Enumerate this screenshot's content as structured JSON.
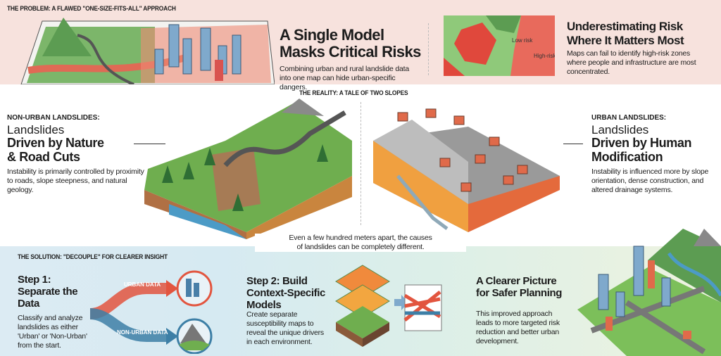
{
  "problem": {
    "section_label": "THE PROBLEM: A FLAWED \"ONE-SIZE-FITS-ALL\" APPROACH",
    "title_line1": "A Single Model",
    "title_line2": "Masks Critical Risks",
    "description": "Combining urban and rural landslide data into one map can hide urban-specific dangers.",
    "risk_title_line1": "Underestimating Risk",
    "risk_title_line2": "Where It Matters Most",
    "risk_description": "Maps can fail to identify high-risk zones where people and infrastructure are most concentrated.",
    "map_low_label": "Low risk",
    "map_high_label": "High-risk"
  },
  "reality": {
    "section_label": "THE REALITY: A TALE OF TWO SLOPES",
    "non_urban": {
      "label": "NON-URBAN LANDSLIDES:",
      "title_thin": "Landslides",
      "title_bold1": "Driven by Nature",
      "title_bold2": "& Road Cuts",
      "description": "Instability is primarily controlled by proximity to roads, slope steepness, and natural geology."
    },
    "urban": {
      "label": "URBAN LANDSLIDES:",
      "title_thin": "Landslides",
      "title_bold1": "Driven by Human",
      "title_bold2": "Modification",
      "description": "Instability is influenced more by slope orientation, dense construction, and altered drainage systems."
    },
    "caption_line1": "Even a few hundred meters apart, the causes",
    "caption_line2": "of landslides can be completely different."
  },
  "solution": {
    "section_label": "THE SOLUTION: \"DECOUPLE\" FOR CLEARER INSIGHT",
    "step1": {
      "title": "Step 1: Separate the Data",
      "description": "Classify and analyze landslides as either 'Urban' or 'Non-Urban' from the start.",
      "urban_arrow": "URBAN DATA",
      "non_urban_arrow": "NON-URBAN DATA"
    },
    "step2": {
      "title": "Step 2: Build Context-Specific Models",
      "description": "Create separate susceptibility maps to reveal the unique drivers in each environment."
    },
    "result": {
      "title": "A Clearer Picture for Safer Planning",
      "description": "This improved approach leads to more targeted risk reduction and better urban development."
    }
  },
  "colors": {
    "urban": "#e2553f",
    "non_urban": "#3d7fa6",
    "problem_bg": "#f7e2dd"
  }
}
